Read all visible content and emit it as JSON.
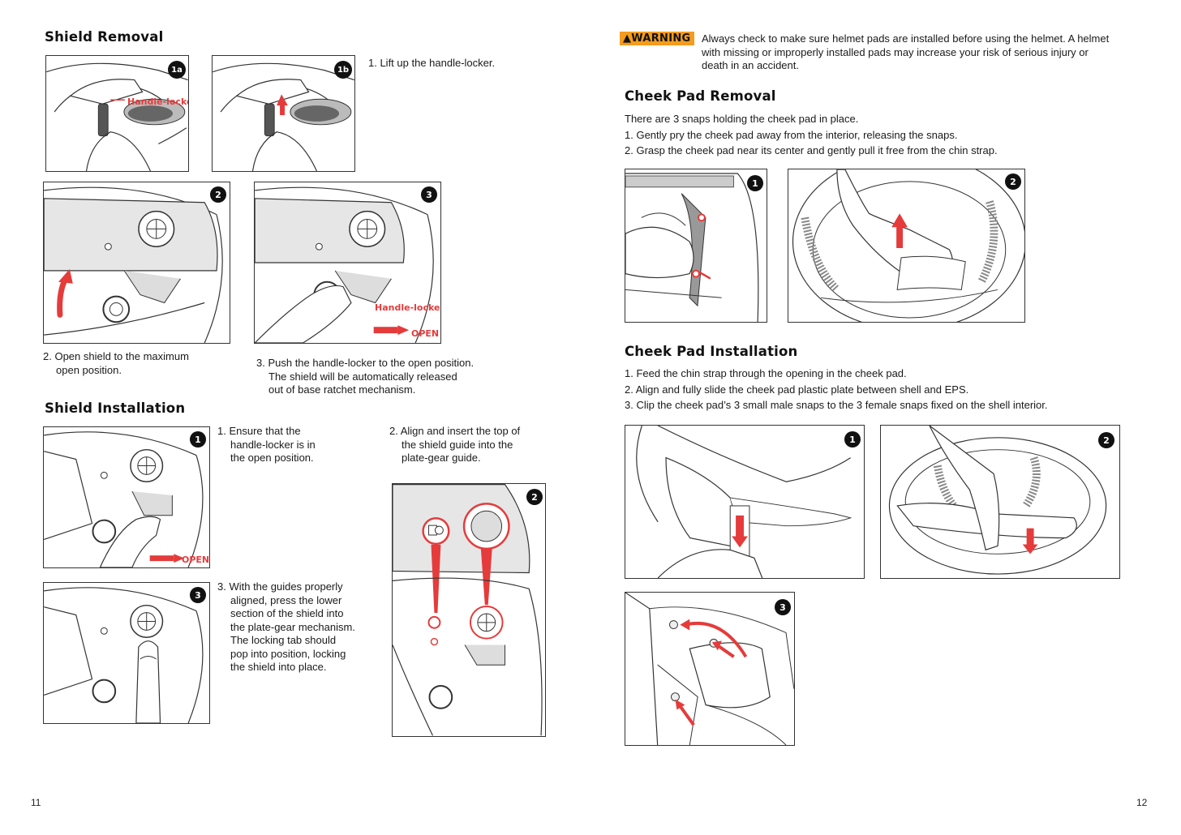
{
  "left": {
    "page_number": "11",
    "shield_removal": {
      "heading": "Shield Removal",
      "step1": "1. Lift up the handle-locker.",
      "step2": [
        "2. Open shield to the maximum",
        "open position."
      ],
      "step3": [
        "3. Push the handle-locker to the open position.",
        "The shield will be automatically released",
        "out of base ratchet mechanism."
      ],
      "badges": [
        "1a",
        "1b",
        "2",
        "3"
      ],
      "callout_handle_locker": "Handle-locker",
      "callout_open": "OPEN"
    },
    "shield_installation": {
      "heading": "Shield Installation",
      "step1": [
        "1. Ensure that the",
        "handle-locker is in",
        "the open position."
      ],
      "step2": [
        "2. Align and insert the top of",
        "the shield guide into the",
        "plate-gear guide."
      ],
      "step3": [
        "3. With the guides properly",
        "aligned, press the lower",
        "section of the shield into",
        "the plate-gear mechanism.",
        "The locking tab should",
        "pop into position, locking",
        "the shield into place."
      ],
      "badges": [
        "1",
        "2",
        "3"
      ],
      "callout_open": "OPEN"
    }
  },
  "right": {
    "page_number": "12",
    "warning": {
      "tag": "▲WARNING",
      "text": [
        "Always check to make sure helmet pads are installed before using the helmet. A helmet",
        "with missing or improperly installed pads may increase your risk of serious injury or",
        "death in an accident."
      ]
    },
    "cheek_pad_removal": {
      "heading": "Cheek Pad Removal",
      "intro": "There are 3 snaps holding the cheek pad in place.",
      "step1": "1. Gently pry the cheek pad away from the interior, releasing the snaps.",
      "step2": "2. Grasp the cheek pad near its center and gently pull it free from the chin strap.",
      "badges": [
        "1",
        "2"
      ]
    },
    "cheek_pad_installation": {
      "heading": "Cheek Pad Installation",
      "step1": "1. Feed the chin strap through the opening in the cheek pad.",
      "step2": "2. Align and fully slide the cheek pad plastic plate between shell and EPS.",
      "step3": "3. Clip the cheek pad’s 3 small male snaps to the 3 female snaps fixed on the shell interior.",
      "badges": [
        "1",
        "2",
        "3"
      ]
    }
  },
  "colors": {
    "accent_red": "#e53b3b",
    "warning_orange": "#f39c1e",
    "line": "#333333",
    "shell_gray": "#e6e6e6"
  }
}
